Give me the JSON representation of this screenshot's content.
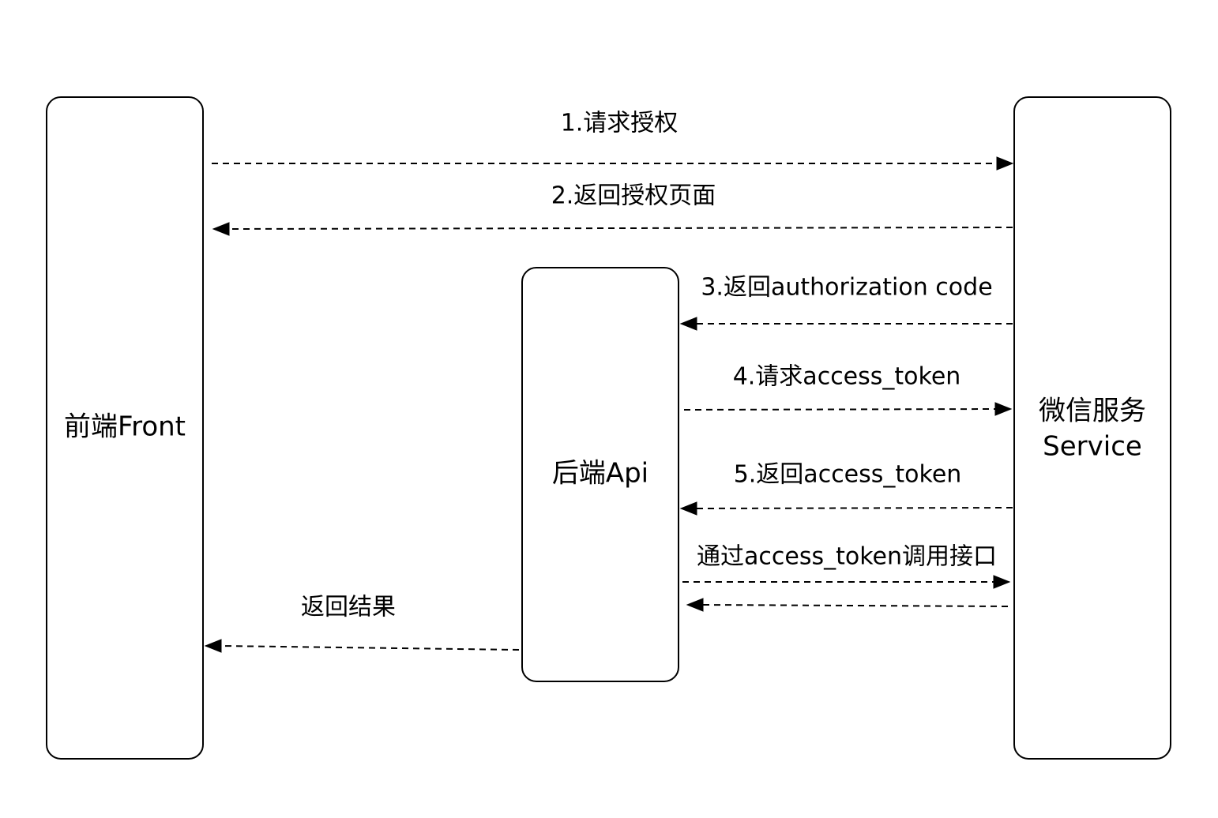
{
  "participants": {
    "front": {
      "label": "前端Front"
    },
    "backend": {
      "label": "后端Api"
    },
    "wechat": {
      "line1": "微信服务",
      "line2": "Service"
    }
  },
  "messages": {
    "m1": "1.请求授权",
    "m2": "2.返回授权页面",
    "m3": "3.返回authorization code",
    "m4": "4.请求access_token",
    "m5": "5.返回access_token",
    "m6": "通过access_token调用接口",
    "m7": "返回结果"
  }
}
